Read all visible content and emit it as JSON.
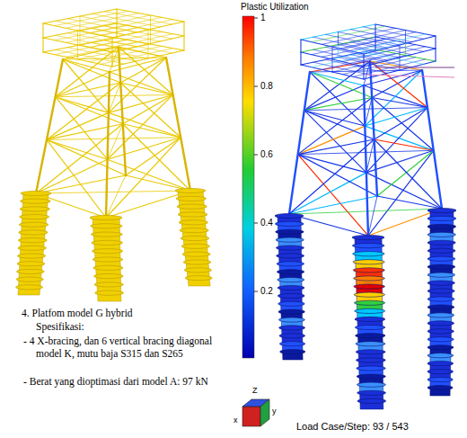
{
  "diagram": {
    "labels": [
      "Plastic Utilization",
      "1",
      "0.8",
      "0.6",
      "0.4",
      "0.2",
      "4. Platfom model G hybrid",
      "Spesifikasi:",
      "- 4 X-bracing, dan 6 vertical bracing diagonal model K, mutu baja S315 dan S265",
      "- Berat yang dioptimasi dari model A: 97 kN",
      "Load Case/Step: 93 / 543",
      "Z",
      "x",
      "y"
    ]
  }
}
